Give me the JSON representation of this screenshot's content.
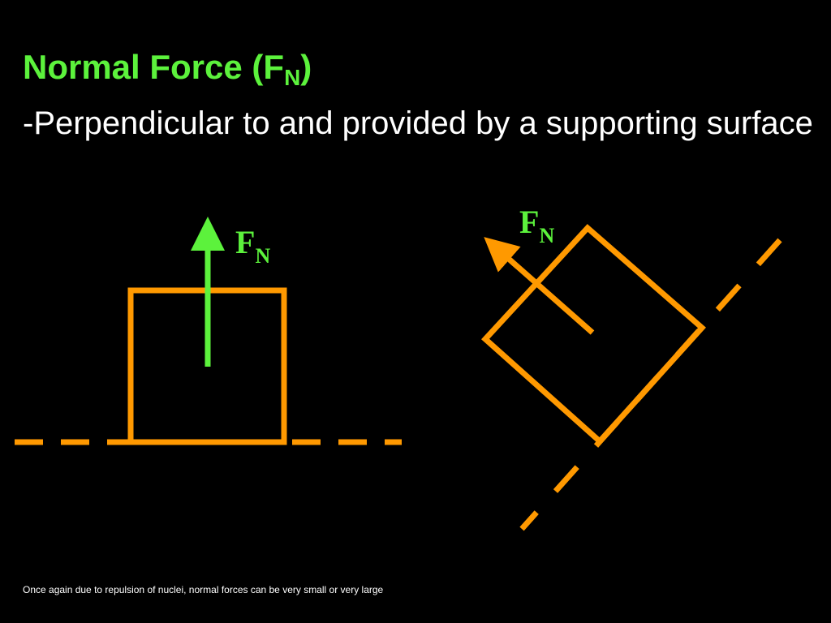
{
  "slide": {
    "title_main": "Normal Force (F",
    "title_subscript": "N",
    "title_close": ")",
    "subtitle": "-Perpendicular to and provided by a supporting surface",
    "footnote": "Once again due to repulsion of nuclei, normal forces can be very small or very large"
  },
  "diagram": {
    "flat_label_main": "F",
    "flat_label_sub": "N",
    "incline_label_main": "F",
    "incline_label_sub": "N",
    "colors": {
      "force_arrow": "#5cf23c",
      "surface_and_box": "#ff9900",
      "label": "#5cf23c",
      "text": "#ffffff",
      "background": "#000000"
    }
  }
}
